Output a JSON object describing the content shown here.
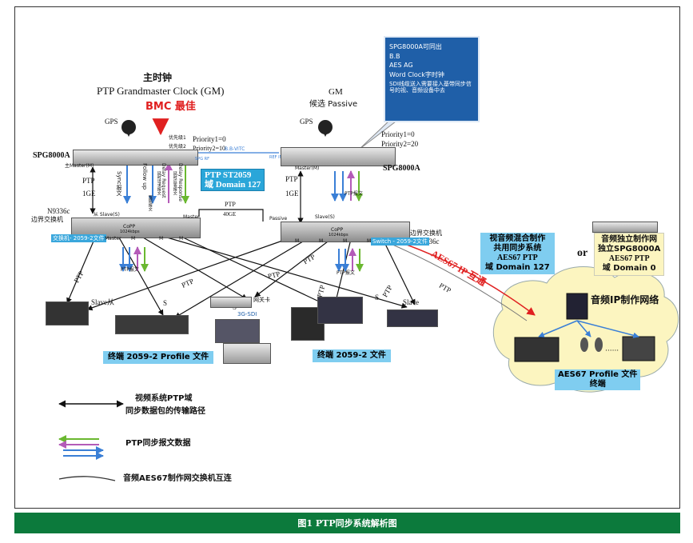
{
  "gm_main": {
    "title_cn": "主时钟",
    "title_en": "PTP Grandmaster Clock (GM)",
    "bmc": "BMC 最佳",
    "gps": "GPS",
    "device": "SPG8000A",
    "priority1": "Priority1=0",
    "priority2": "Priority2=10",
    "pri_label1": "优先级1",
    "pri_label2": "优先级2",
    "master_port": "主Master(M)",
    "spg_rf": "SPG RF",
    "ptp": "PTP",
    "ige": "1GE"
  },
  "gm_backup": {
    "title": "GM",
    "subtitle": "候选 Passive",
    "gps": "GPS",
    "device": "SPG8000A",
    "priority1": "Priority1=0",
    "priority2": "Priority2=20",
    "master_port": "Master(M)",
    "ref_in": "REF IN",
    "ptp": "PTP",
    "ige": "1GE",
    "msg": "PTP报文"
  },
  "link_bb": "B.B-VITC",
  "ptp_domain": {
    "line1": "PTP ST2059",
    "line2": "域 Domain 127"
  },
  "messages": {
    "sync": "Sync报文",
    "follow_up": "Follow up",
    "follow_up_cn": "跟随报文",
    "delay_request": "Delay Request",
    "delay_request_cn": "延时请求报文",
    "delay_response": "Delay Response",
    "delay_response_cn": "延时应答报文"
  },
  "note": {
    "items": [
      "SPG8000A可同出",
      "B.B",
      "AES AG",
      "Word Clock字时钟",
      "SDI线缆送入需要接入基带同步信号的视、音频设备中去"
    ]
  },
  "switch_left": {
    "model": "N9336c",
    "role": "边界交换机",
    "slave": "从 Slave(S)",
    "master": "Master",
    "m": "M",
    "copp": "CoPP",
    "rate": "1024kbps",
    "profile_tag": "交换机- 2059-2文件",
    "msg": "PTP报文"
  },
  "switch_right": {
    "model": "N9336c",
    "role": "边界交换机",
    "slave": "Slave(S)",
    "passive": "Passive",
    "m": "M",
    "copp": "CoPP",
    "rate": "1024kbps",
    "profile_tag": "Switch - 2059-2文件",
    "msg": "PTP报文"
  },
  "interlink": {
    "ptp": "PTP",
    "speed": "40GE"
  },
  "labels": {
    "ptp": "PTP",
    "s": "S",
    "slave_cn": "Slave从",
    "slave": "Slave",
    "gateway": "网关卡",
    "sdi": "3G-SDI"
  },
  "terminal_left": "终端 2059-2 Profile 文件",
  "terminal_right": "终端 2059-2 文件",
  "aes67": {
    "link": "AES67 IP 互通",
    "ptp": "PTP"
  },
  "shared_box": {
    "l1": "视音频混合制作",
    "l2": "共用同步系统",
    "l3": "AES67 PTP",
    "l4": "域 Domain 127"
  },
  "or": "or",
  "indep_box": {
    "l1": "音频独立制作网",
    "l2": "独立SPG8000A",
    "l3": "AES67 PTP",
    "l4": "域 Domain 0"
  },
  "audio_net": {
    "title": "音频IP制作网络",
    "dots": "······",
    "profile1": "AES67 Profile 文件",
    "profile2": "终端"
  },
  "legend": {
    "domain_l1": "视频系统PTP域",
    "domain_l2": "同步数据包的传输路径",
    "msg": "PTP同步报文数据",
    "aes": "音频AES67制作网交换机互连"
  },
  "caption": "图1    PTP同步系统解析图",
  "colors": {
    "green_caption": "#0c7a3c",
    "blue_box": "#2aa6d9",
    "light_blue": "#7fcdf0",
    "red": "#e02020",
    "note_bg": "#1f5fa8",
    "cloud": "#fcf5c0",
    "arrow_blue": "#3a7fd6",
    "arrow_green": "#6ab830",
    "arrow_purple": "#b45bb8"
  }
}
